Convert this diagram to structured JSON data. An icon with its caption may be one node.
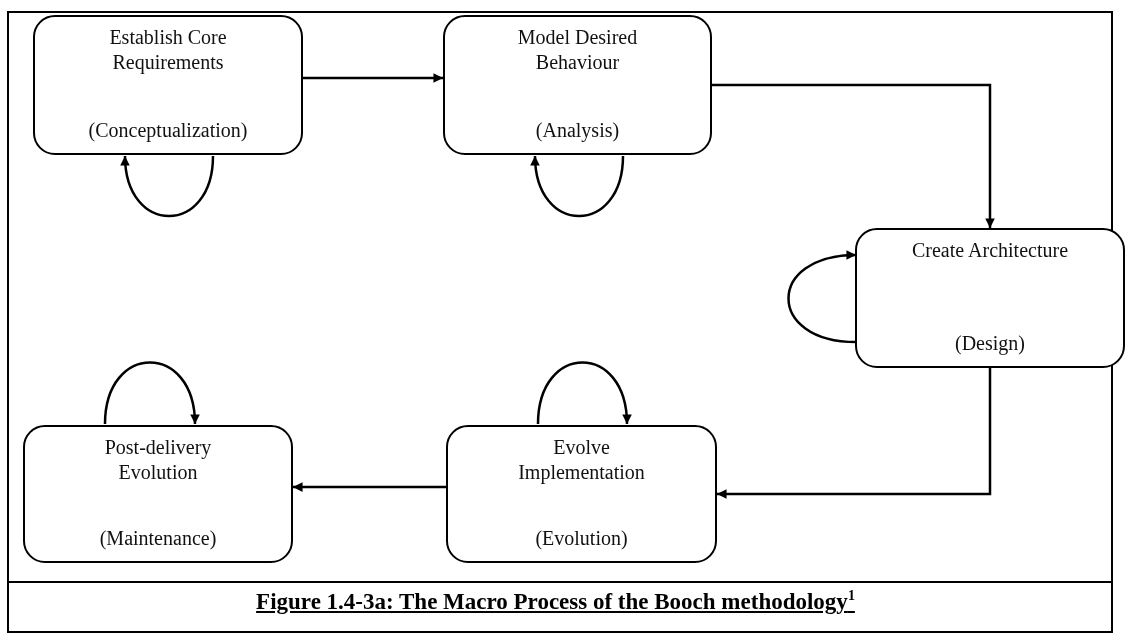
{
  "diagram": {
    "caption": "Figure 1.4-3a: The Macro Process of the Booch methodology$^{1}$",
    "nodes": [
      {
        "text": [
          "Establish Core Requirements",
          "(Conceptualization)"
        ]
      },
      {
        "text": [
          "Model Desired Behaviour",
          "(Analysis)"
        ]
      },
      {
        "text": [
          "Create Architecture",
          "(Design)"
        ]
      },
      {
        "text": [
          "Evolve Implementation",
          "(Evolution)"
        ]
      },
      {
        "text": [
          "Post-delivery Evolution",
          "(Maintenance)"
        ]
      }
    ],
    "edges": [
      {
        "from": 0,
        "to": 1,
        "arrow": "to"
      },
      {
        "from": 0,
        "to": 0,
        "arrow": "to"
      },
      {
        "from": 1,
        "to": 2,
        "arrow": "to"
      },
      {
        "from": 1,
        "to": 1,
        "arrow": "to"
      },
      {
        "from": 2,
        "to": 2,
        "arrow": "to"
      },
      {
        "from": 2,
        "to": 3,
        "arrow": "to"
      },
      {
        "from": 3,
        "to": 3,
        "arrow": "to"
      },
      {
        "from": 3,
        "to": 4,
        "arrow": "to"
      },
      {
        "from": 4,
        "to": 4,
        "arrow": "to"
      }
    ]
  }
}
